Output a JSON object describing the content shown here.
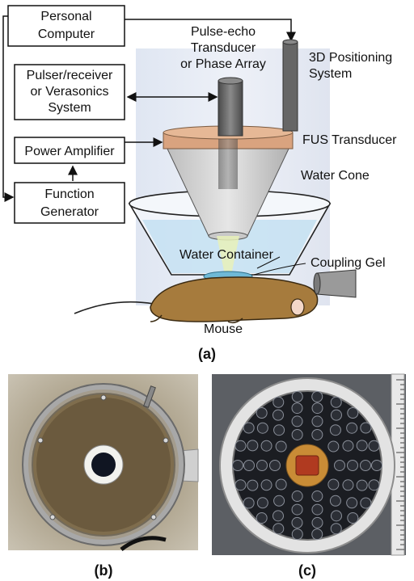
{
  "figure_a": {
    "blocks": {
      "pc": [
        "Personal",
        "Computer"
      ],
      "pulser": [
        "Pulser/receiver",
        "or Verasonics",
        "System"
      ],
      "amp": [
        "Power Amplifier"
      ],
      "funcgen": [
        "Function",
        "Generator"
      ]
    },
    "labels": {
      "pulse_echo": [
        "Pulse-echo",
        "Transducer",
        "or Phase Array"
      ],
      "positioning": [
        "3D Positioning",
        "System"
      ],
      "fus": "FUS Transducer",
      "water_cone": "Water Cone",
      "water_container": "Water Container",
      "coupling_gel": "Coupling Gel",
      "mouse": "Mouse"
    },
    "caption": "(a)"
  },
  "photo_b": {
    "caption": "(b)"
  },
  "photo_c": {
    "caption": "(c)"
  },
  "colors": {
    "fus_ring": "#d9a37f",
    "mouse_fur": "#a67b3d",
    "transducer_gray": "#666666",
    "water_blue": "#b9dcef",
    "gel": "#6fb9d6"
  }
}
